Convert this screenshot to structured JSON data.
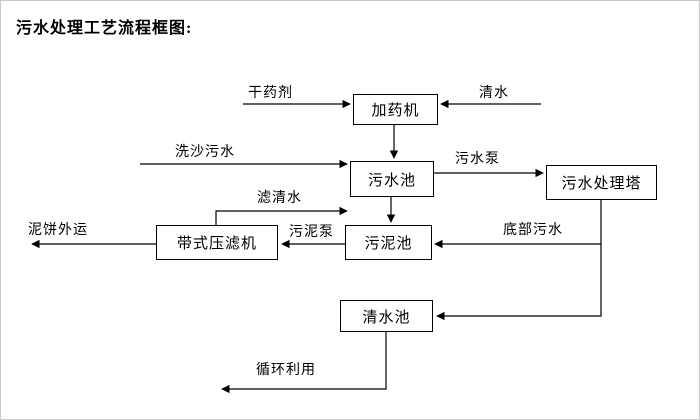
{
  "title": "污水处理工艺流程框图:",
  "nodes": {
    "dosing_machine": "加药机",
    "sewage_pool": "污水池",
    "treatment_tower": "污水处理塔",
    "sludge_pool": "污泥池",
    "belt_filter_press": "带式压滤机",
    "clear_water_pool": "清水池"
  },
  "flow_labels": {
    "dry_chemical": "干药剂",
    "clear_water": "清水",
    "sand_wash_sewage": "洗沙污水",
    "sewage_pump": "污水泵",
    "filtered_water": "滤清水",
    "sludge_pump": "污泥泵",
    "bottom_sewage": "底部污水",
    "mud_cake_out": "泥饼外运",
    "recycle_use": "循环利用"
  },
  "edges": [
    {
      "from": "dry_chemical_feed",
      "to": "dosing_machine",
      "label": "干药剂"
    },
    {
      "from": "clear_water_feed",
      "to": "dosing_machine",
      "label": "清水"
    },
    {
      "from": "dosing_machine",
      "to": "sewage_pool",
      "label": ""
    },
    {
      "from": "sand_wash_feed",
      "to": "sewage_pool",
      "label": "洗沙污水"
    },
    {
      "from": "sewage_pool",
      "to": "treatment_tower",
      "label": "污水泵"
    },
    {
      "from": "sewage_pool",
      "to": "sludge_pool",
      "label": ""
    },
    {
      "from": "treatment_tower",
      "to": "sludge_pool",
      "label": "底部污水"
    },
    {
      "from": "treatment_tower",
      "to": "clear_water_pool",
      "label": ""
    },
    {
      "from": "sludge_pool",
      "to": "belt_filter_press",
      "label": "污泥泵"
    },
    {
      "from": "belt_filter_press",
      "to": "sewage_pool",
      "label": "滤清水"
    },
    {
      "from": "belt_filter_press",
      "to": "offsite",
      "label": "泥饼外运"
    },
    {
      "from": "clear_water_pool",
      "to": "reuse",
      "label": "循环利用"
    }
  ],
  "colors": {
    "line": "#000000",
    "box_border": "#000000",
    "background": "#ffffff",
    "text": "#000000"
  }
}
